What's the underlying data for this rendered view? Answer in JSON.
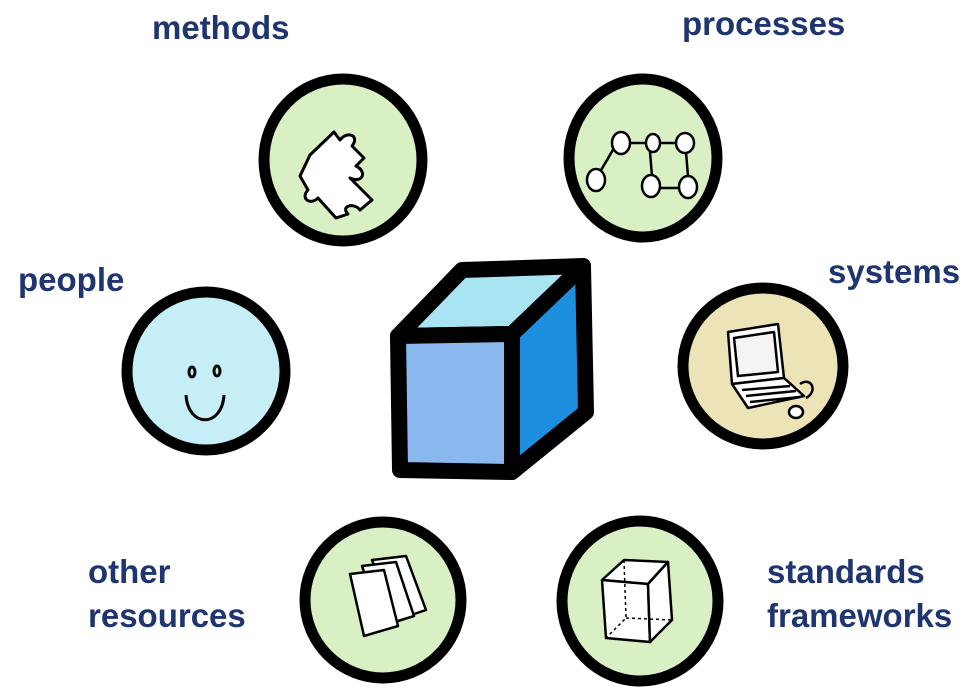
{
  "labels": {
    "methods": "methods",
    "processes": "processes",
    "people": "people",
    "systems": "systems",
    "other_resources_line1": "other",
    "other_resources_line2": "resources",
    "standards_line1": "standards",
    "standards_line2": "frameworks"
  },
  "icons": {
    "center": "cube-icon",
    "methods": "puzzle-piece-icon",
    "processes": "process-flow-icon",
    "people": "smiley-face-icon",
    "systems": "laptop-icon",
    "other_resources": "documents-icon",
    "standards": "frame-box-icon"
  },
  "colors": {
    "label": "#1f3570",
    "outline": "#000000",
    "green_fill": "#d9f0c4",
    "blue_fill": "#c5eef6",
    "tan_fill": "#ece3b6",
    "cube_top": "#a9e4f3",
    "cube_front": "#88b8ee",
    "cube_side": "#1e8fdf"
  }
}
